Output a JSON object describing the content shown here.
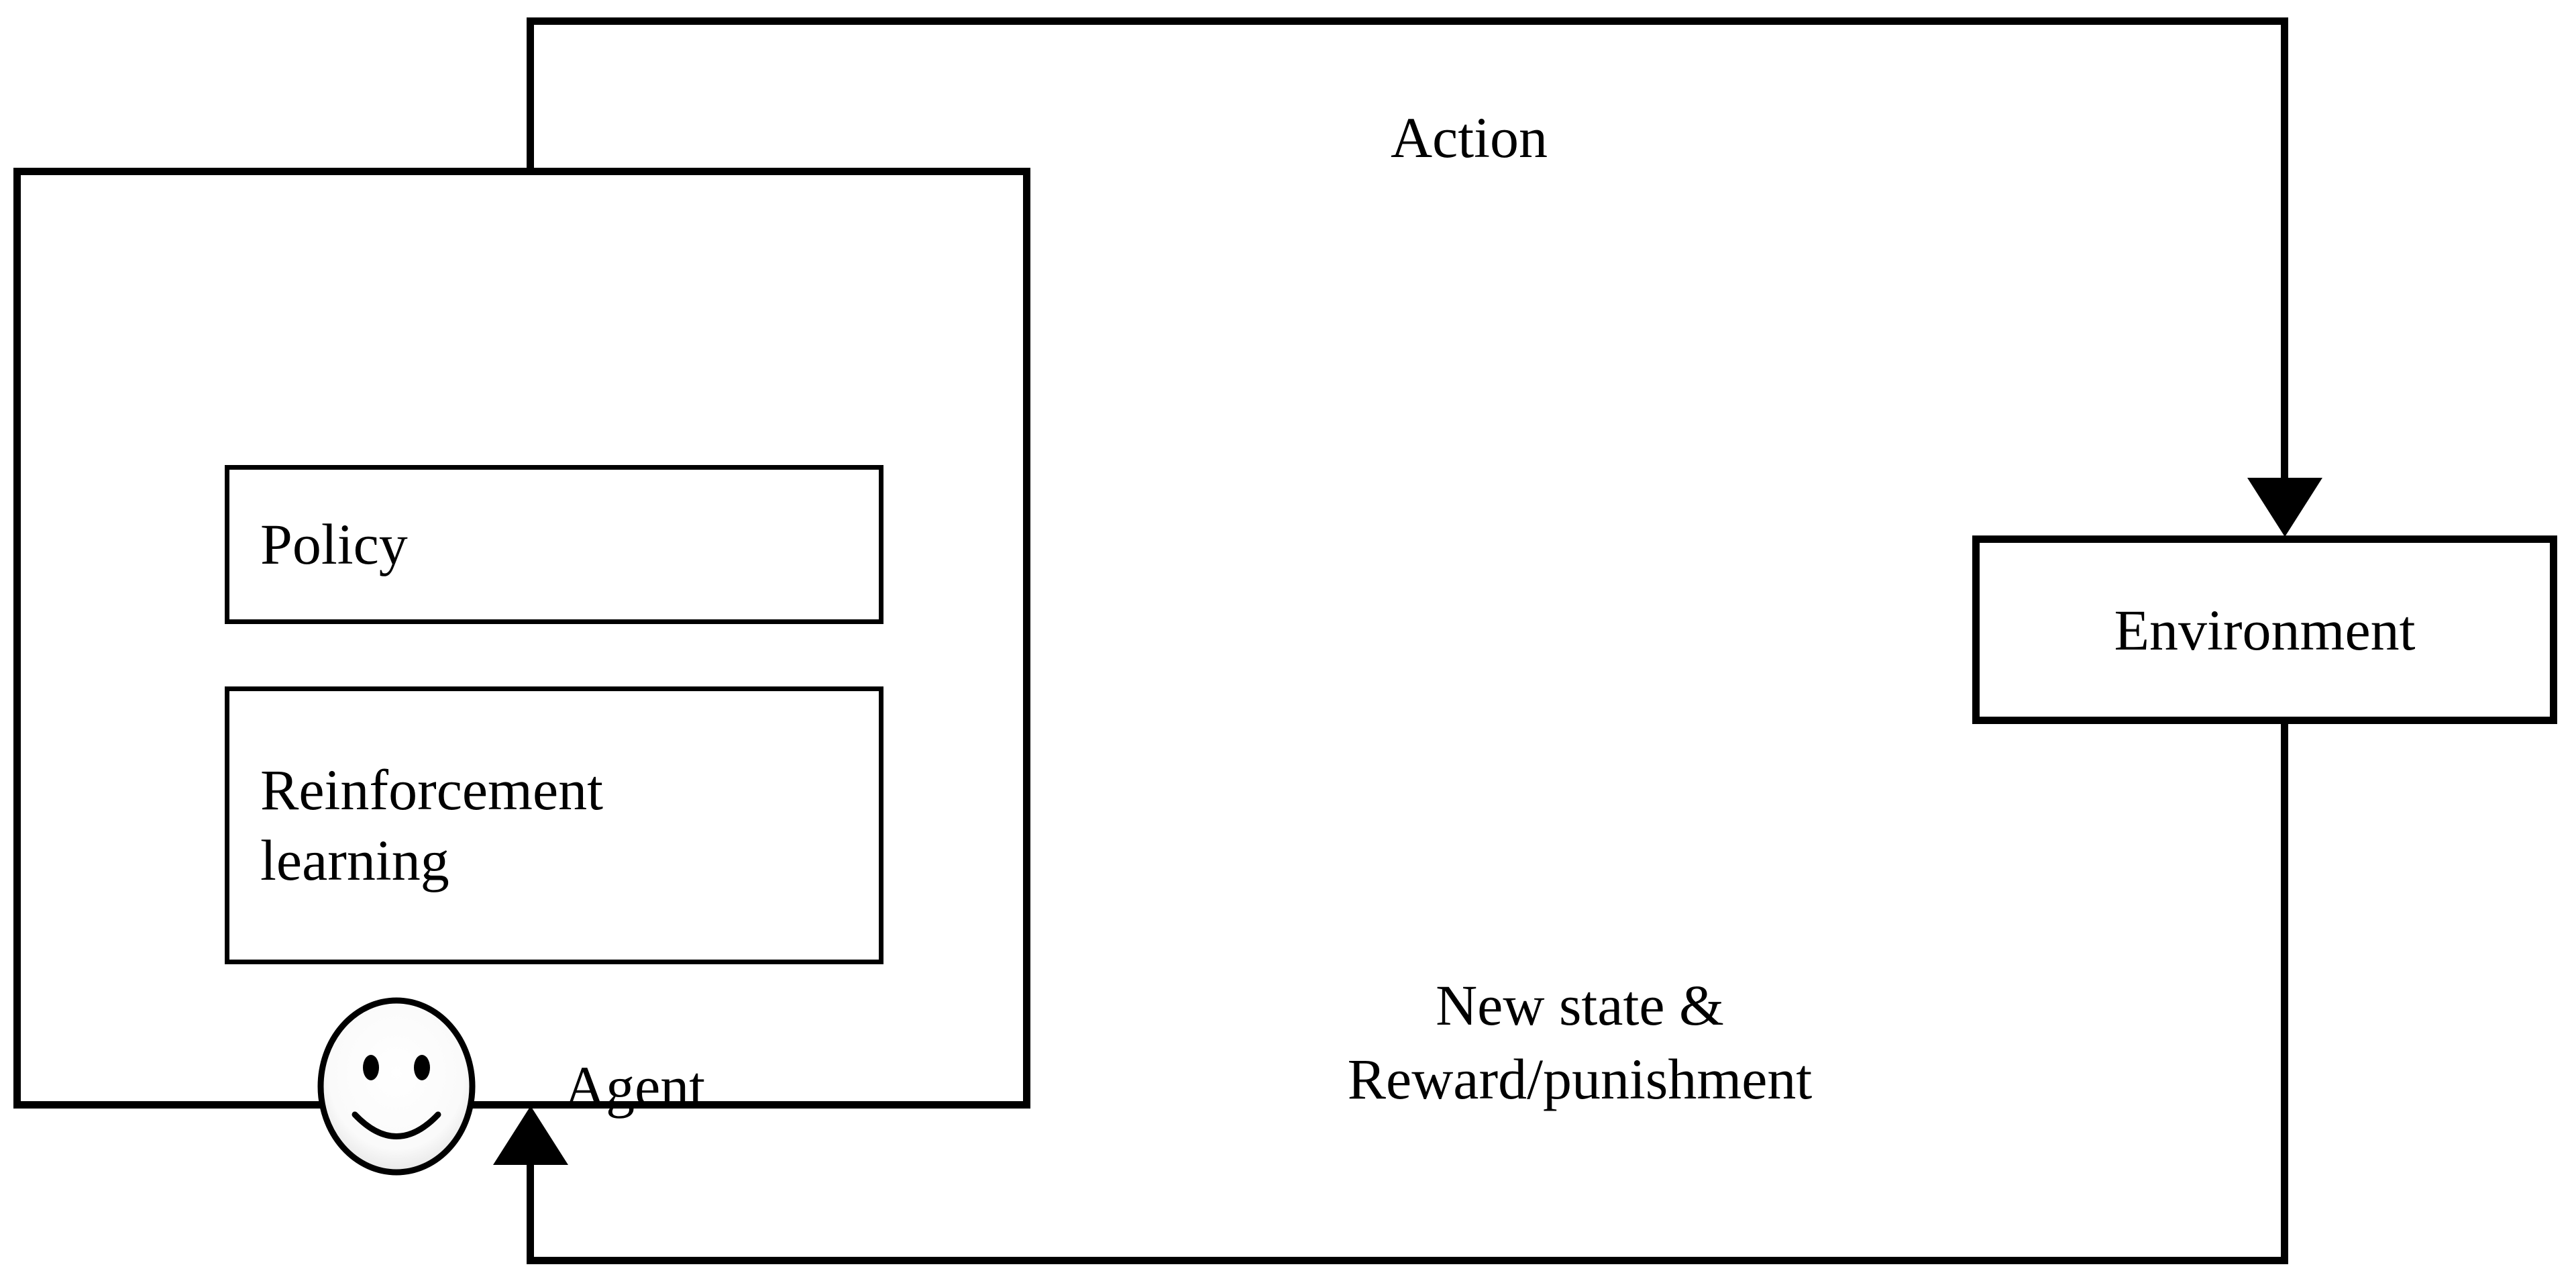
{
  "diagram": {
    "title": "Reinforcement learning agent-environment interaction loop",
    "colors": {
      "stroke": "#000000",
      "background": "#ffffff",
      "text": "#000000"
    },
    "agent": {
      "caption": "Agent",
      "avatar_icon": "smiley-face-icon",
      "components": [
        {
          "label": "Policy"
        },
        {
          "label": "Reinforcement learning"
        }
      ]
    },
    "environment": {
      "label": "Environment"
    },
    "edges": [
      {
        "name": "action",
        "label": "Action",
        "from": "agent",
        "to": "environment",
        "arrowhead": "down"
      },
      {
        "name": "feedback",
        "label": "New state &\nReward/punishment",
        "label_line_1": "New state &",
        "label_line_2": "Reward/punishment",
        "from": "environment",
        "to": "agent",
        "arrowhead": "up"
      }
    ]
  }
}
